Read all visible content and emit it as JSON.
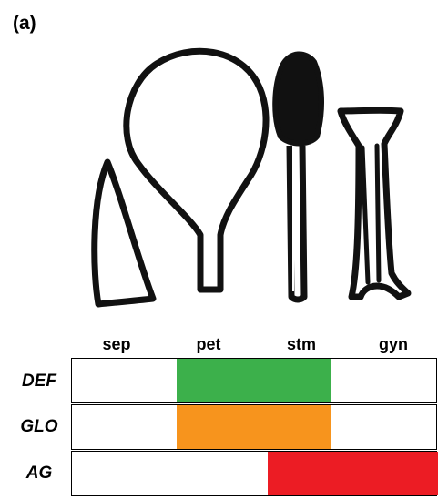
{
  "panel_label": "(a)",
  "organs": [
    {
      "label": "sep",
      "icon": "sepal-drawing-icon"
    },
    {
      "label": "pet",
      "icon": "petal-drawing-icon"
    },
    {
      "label": "stm",
      "icon": "stamen-drawing-icon"
    },
    {
      "label": "gyn",
      "icon": "gynoecium-drawing-icon"
    }
  ],
  "genes": [
    {
      "label": "DEF",
      "color": "#3cb04b",
      "expressed_in": [
        "pet",
        "stm"
      ]
    },
    {
      "label": "GLO",
      "color": "#f7941d",
      "expressed_in": [
        "pet",
        "stm"
      ]
    },
    {
      "label": "AG",
      "color": "#ec1c24",
      "expressed_in": [
        "stm",
        "gyn"
      ]
    }
  ]
}
